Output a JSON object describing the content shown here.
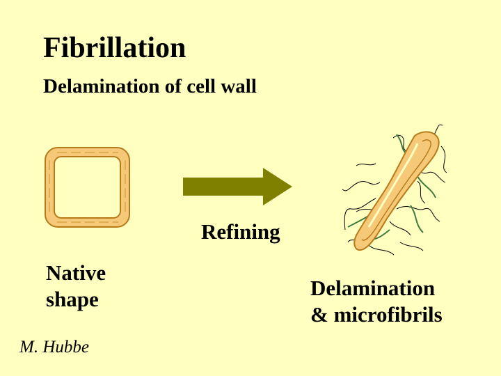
{
  "slide": {
    "title": "Fibrillation",
    "subtitle": "Delamination of cell wall",
    "labels": {
      "native_line1": "Native",
      "native_line2": "shape",
      "refining": "Refining",
      "delam_line1": "Delamination",
      "delam_line2": "& microfibrils"
    },
    "author": "M. Hubbe"
  },
  "colors": {
    "background": "#ffffc0",
    "wall_fill": "#f6c978",
    "wall_stroke": "#b77a1a",
    "arrow": "#808000",
    "fibril_dark": "#000000",
    "fibril_green": "#3f7a3f"
  }
}
